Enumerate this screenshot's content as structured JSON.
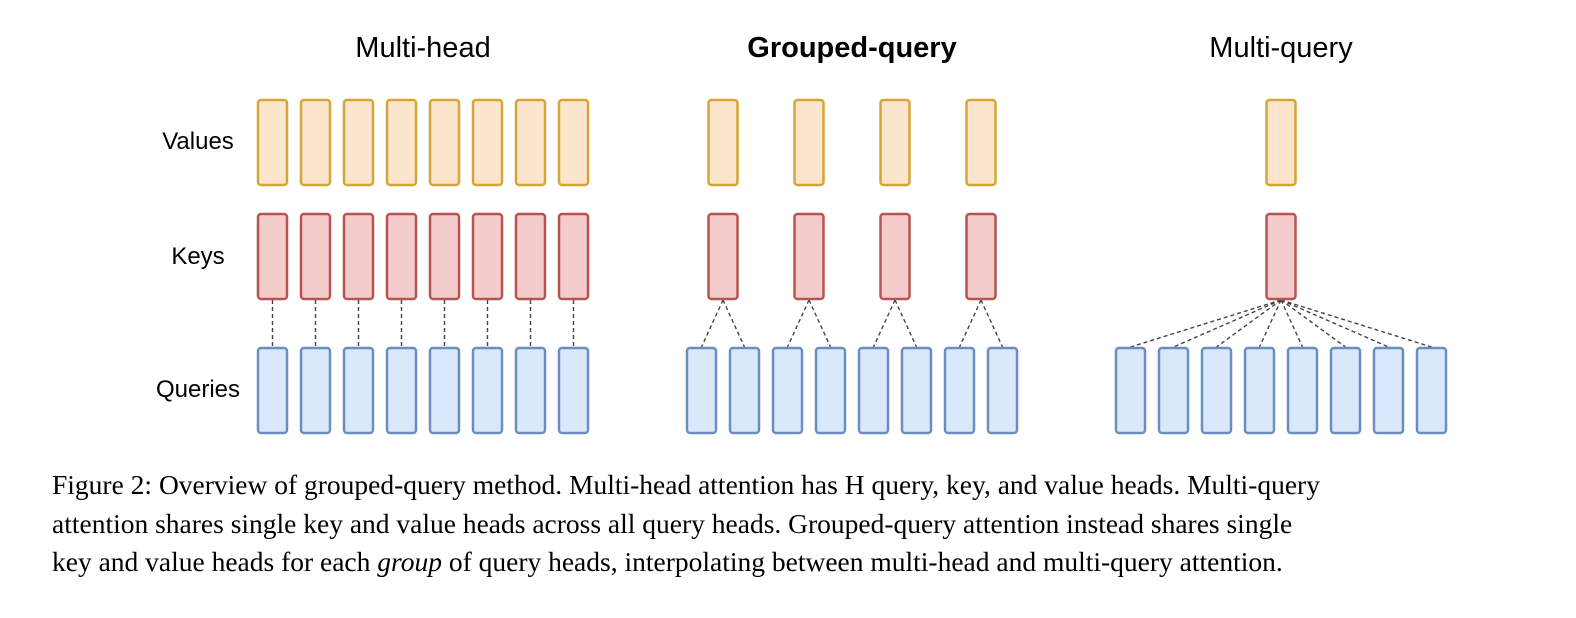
{
  "panels": [
    {
      "title": "Multi-head",
      "bold": false,
      "values": 8,
      "keys": 8,
      "queries": 8,
      "query_groups": 8
    },
    {
      "title": "Grouped-query",
      "bold": true,
      "values": 4,
      "keys": 4,
      "queries": 8,
      "query_groups": 4
    },
    {
      "title": "Multi-query",
      "bold": false,
      "values": 1,
      "keys": 1,
      "queries": 8,
      "query_groups": 1
    }
  ],
  "row_labels": {
    "values": "Values",
    "keys": "Keys",
    "queries": "Queries"
  },
  "colors": {
    "values_fill": "#fce5cd",
    "values_stroke": "#d6a634",
    "keys_fill": "#f4cccc",
    "keys_stroke": "#b85450",
    "queries_fill": "#dae8fc",
    "queries_stroke": "#6c8ebf",
    "connector": "#444444"
  },
  "caption": {
    "line1": "Figure 2: Overview of grouped-query method. Multi-head attention has H query, key, and value heads. Multi-query",
    "line2": "attention shares single key and value heads across all query heads. Grouped-query attention instead shares single",
    "line3_pre": "key and value heads for each ",
    "line3_em": "group",
    "line3_post": " of query heads, interpolating between multi-head and multi-query attention."
  }
}
